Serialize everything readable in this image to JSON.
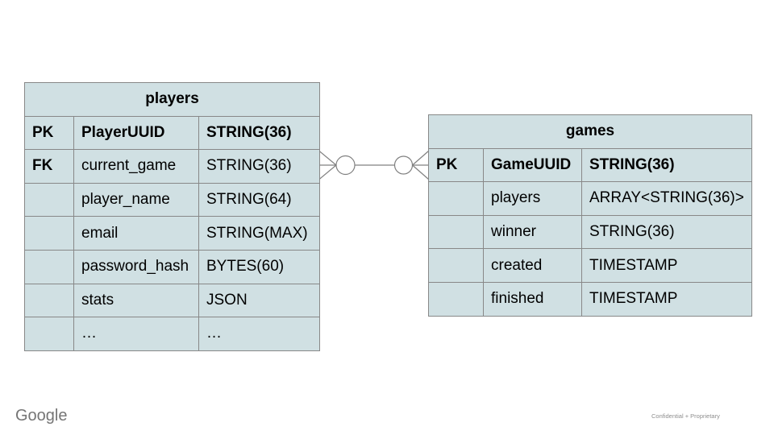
{
  "tables": [
    {
      "name": "players",
      "title": "players",
      "rows": [
        {
          "key": "PK",
          "field": "PlayerUUID",
          "type": "STRING(36)",
          "bold": true
        },
        {
          "key": "FK",
          "field": "current_game",
          "type": "STRING(36)",
          "bold": false
        },
        {
          "key": "",
          "field": "player_name",
          "type": "STRING(64)",
          "bold": false
        },
        {
          "key": "",
          "field": "email",
          "type": "STRING(MAX)",
          "bold": false
        },
        {
          "key": "",
          "field": "password_hash",
          "type": "BYTES(60)",
          "bold": false
        },
        {
          "key": "",
          "field": "stats",
          "type": "JSON",
          "bold": false
        },
        {
          "key": "",
          "field": "…",
          "type": "…",
          "bold": false
        }
      ]
    },
    {
      "name": "games",
      "title": "games",
      "rows": [
        {
          "key": "PK",
          "field": "GameUUID",
          "type": "STRING(36)",
          "bold": true
        },
        {
          "key": "",
          "field": "players",
          "type": "ARRAY<STRING(36)>",
          "bold": false
        },
        {
          "key": "",
          "field": "winner",
          "type": "STRING(36)",
          "bold": false
        },
        {
          "key": "",
          "field": "created",
          "type": "TIMESTAMP",
          "bold": false
        },
        {
          "key": "",
          "field": "finished",
          "type": "TIMESTAMP",
          "bold": false
        }
      ]
    }
  ],
  "relationship": {
    "notation": "crow-foot",
    "cardinality": "zero-or-many to zero-or-many",
    "left_table": "players",
    "right_table": "games"
  },
  "footer": {
    "logo_text": "Google",
    "note": "Confidential + Proprietary"
  },
  "colors": {
    "cell_fill": "#d0e0e3",
    "table_border": "#888888",
    "connector": "#808080",
    "text": "#000000",
    "logo_gray": "#757575",
    "note_gray": "#8e8e8e",
    "background": "#ffffff"
  }
}
